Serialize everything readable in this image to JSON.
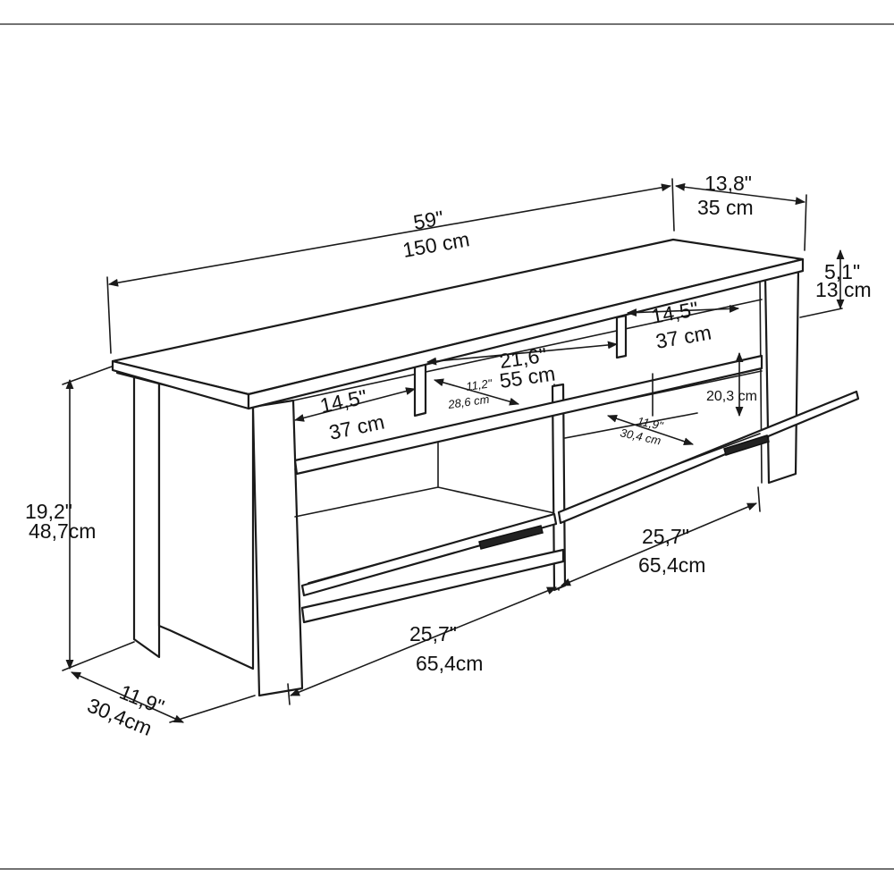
{
  "dimensions": {
    "total_width": {
      "in": "59\"",
      "cm": "150 cm"
    },
    "total_depth": {
      "in": "13,8\"",
      "cm": "35 cm"
    },
    "top_thickness": {
      "in": "5,1\"",
      "cm": "13 cm"
    },
    "height": {
      "in": "19,2\"",
      "cm": "48,7cm"
    },
    "side_depth": {
      "in": "11,9\"",
      "cm": "30,4cm"
    },
    "left_door": {
      "in": "25,7\"",
      "cm": "65,4cm"
    },
    "right_door": {
      "in": "25,7\"",
      "cm": "65,4cm"
    },
    "left_top_shelf": {
      "in": "14,5\"",
      "cm": "37 cm"
    },
    "right_top_shelf": {
      "in": "14,5\"",
      "cm": "37 cm"
    },
    "center_shelf": {
      "in": "21,6\"",
      "cm": "55 cm"
    },
    "center_shelf_depth": {
      "in": "11,2\"",
      "cm": "28,6 cm"
    },
    "door_height": {
      "cm": "20,3 cm"
    },
    "inner_depth": {
      "in": "11,9\"",
      "cm": "30,4 cm"
    }
  },
  "colors": {
    "line": "#1a1a1a",
    "background": "#ffffff"
  }
}
